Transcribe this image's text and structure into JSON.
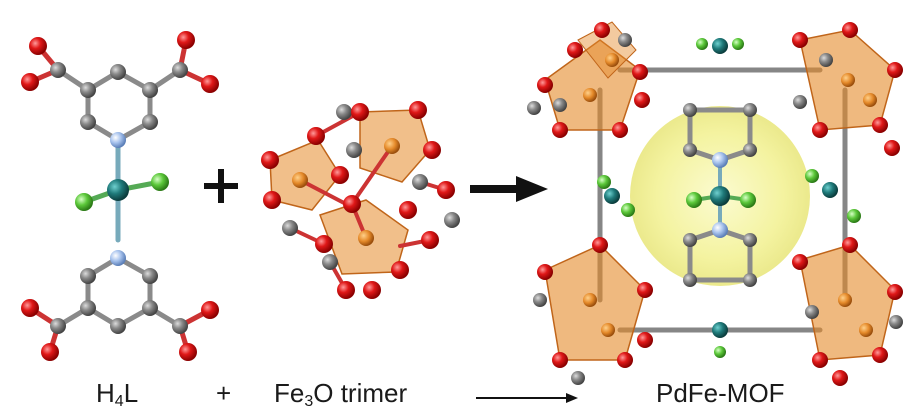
{
  "captions": {
    "ligand": {
      "main": "H",
      "sub": "4",
      "tail": "L"
    },
    "plus": "+",
    "cluster": {
      "main": "Fe",
      "sub": "3",
      "tail": "O trimer"
    },
    "product": "PdFe-MOF"
  },
  "colors": {
    "oxygen": "#e01818",
    "carbon": "#8a8a8a",
    "nitrogen": "#a9c4ee",
    "palladium": "#1f7a7a",
    "chlorine": "#5cc83a",
    "iron_polyhedron": "#e58a2a",
    "pore": "#f4f3a0",
    "arrow": "#111111"
  },
  "icons": [
    "plus-sign",
    "reaction-arrow"
  ]
}
